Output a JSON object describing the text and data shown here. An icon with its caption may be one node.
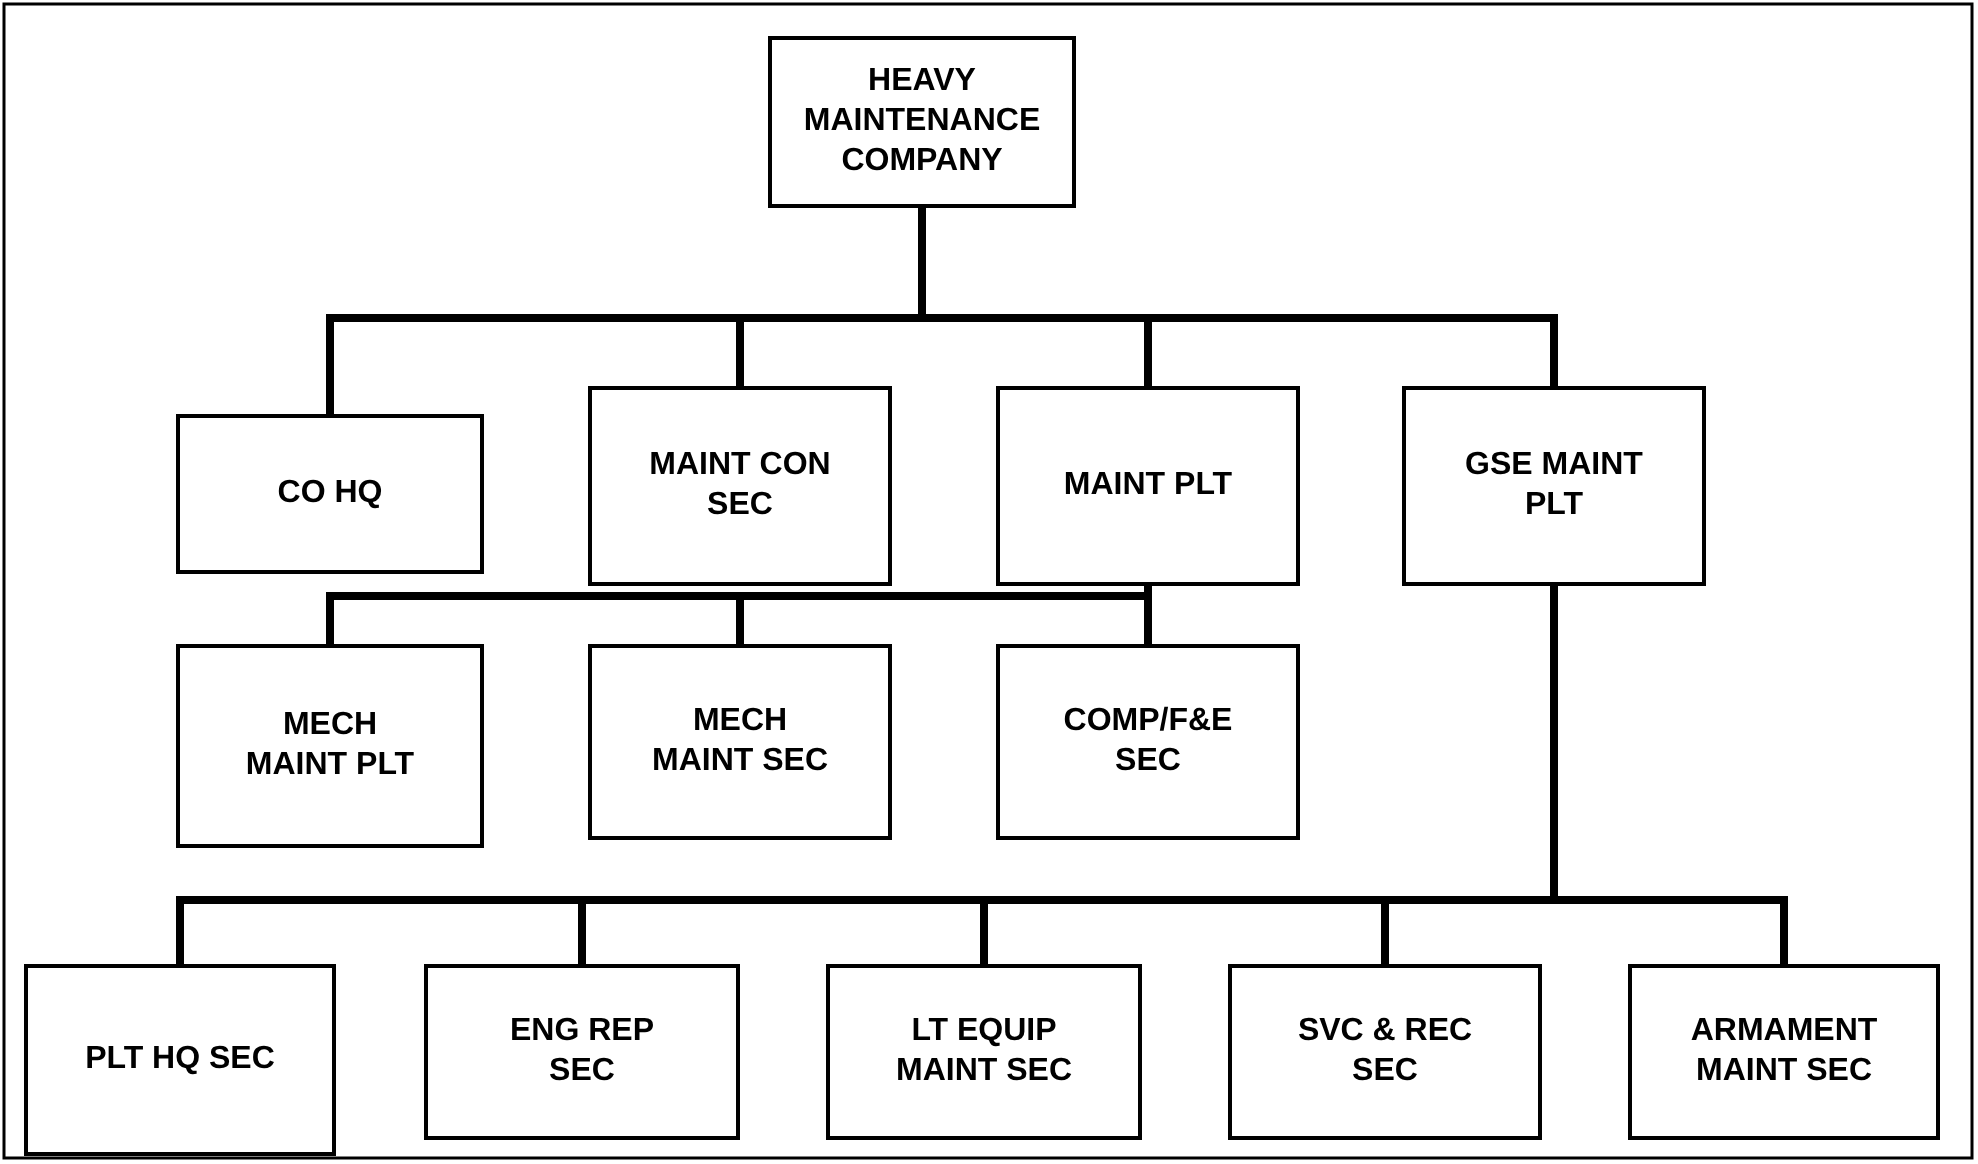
{
  "diagram": {
    "nodes": [
      {
        "text": [
          "HEAVY MAINTENANCE COMPANY"
        ]
      },
      {
        "text": [
          "CO HQ"
        ]
      },
      {
        "text": [
          "MAINT CON SEC"
        ]
      },
      {
        "text": [
          "MAINT PLT"
        ]
      },
      {
        "text": [
          "GSE MAINT PLT"
        ]
      },
      {
        "text": [
          "MECH MAINT PLT"
        ]
      },
      {
        "text": [
          "MECH MAINT SEC"
        ]
      },
      {
        "text": [
          "COMP/F&E SEC"
        ]
      },
      {
        "text": [
          "PLT HQ SEC"
        ]
      },
      {
        "text": [
          "ENG REP SEC"
        ]
      },
      {
        "text": [
          "LT EQUIP MAINT SEC"
        ]
      },
      {
        "text": [
          "SVC & REC SEC"
        ]
      },
      {
        "text": [
          "ARMAMENT MAINT SEC"
        ]
      }
    ],
    "edges": [
      {
        "from": 0,
        "to": 1,
        "arrow": "none"
      },
      {
        "from": 0,
        "to": 2,
        "arrow": "none"
      },
      {
        "from": 0,
        "to": 3,
        "arrow": "none"
      },
      {
        "from": 0,
        "to": 4,
        "arrow": "none"
      },
      {
        "from": 3,
        "to": 5,
        "arrow": "none"
      },
      {
        "from": 3,
        "to": 6,
        "arrow": "none"
      },
      {
        "from": 3,
        "to": 7,
        "arrow": "none"
      },
      {
        "from": 4,
        "to": 8,
        "arrow": "none"
      },
      {
        "from": 4,
        "to": 9,
        "arrow": "none"
      },
      {
        "from": 4,
        "to": 10,
        "arrow": "none"
      },
      {
        "from": 4,
        "to": 11,
        "arrow": "none"
      },
      {
        "from": 4,
        "to": 12,
        "arrow": "none"
      }
    ]
  }
}
